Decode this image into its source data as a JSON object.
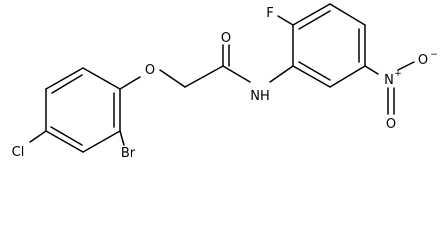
{
  "molecule": {
    "atoms": {
      "O_ether": "O",
      "O_carbonyl": "O",
      "NH": "NH",
      "F": "F",
      "Br": "Br",
      "Cl": "Cl",
      "N_nitro": "N",
      "O_nitro_minus": "O",
      "O_nitro_double": "O"
    },
    "charges": {
      "N_nitro": "+",
      "O_nitro_minus": "−"
    }
  }
}
